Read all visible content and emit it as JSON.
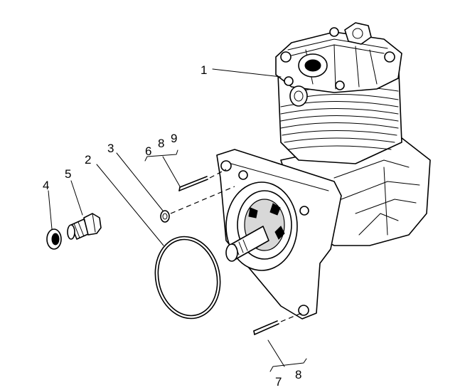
{
  "callouts": {
    "c1": "1",
    "c2": "2",
    "c3": "3",
    "c4": "4",
    "c5": "5",
    "c6": "6",
    "c7": "7",
    "c8_top": "8",
    "c8_bottom": "8",
    "c9": "9"
  }
}
